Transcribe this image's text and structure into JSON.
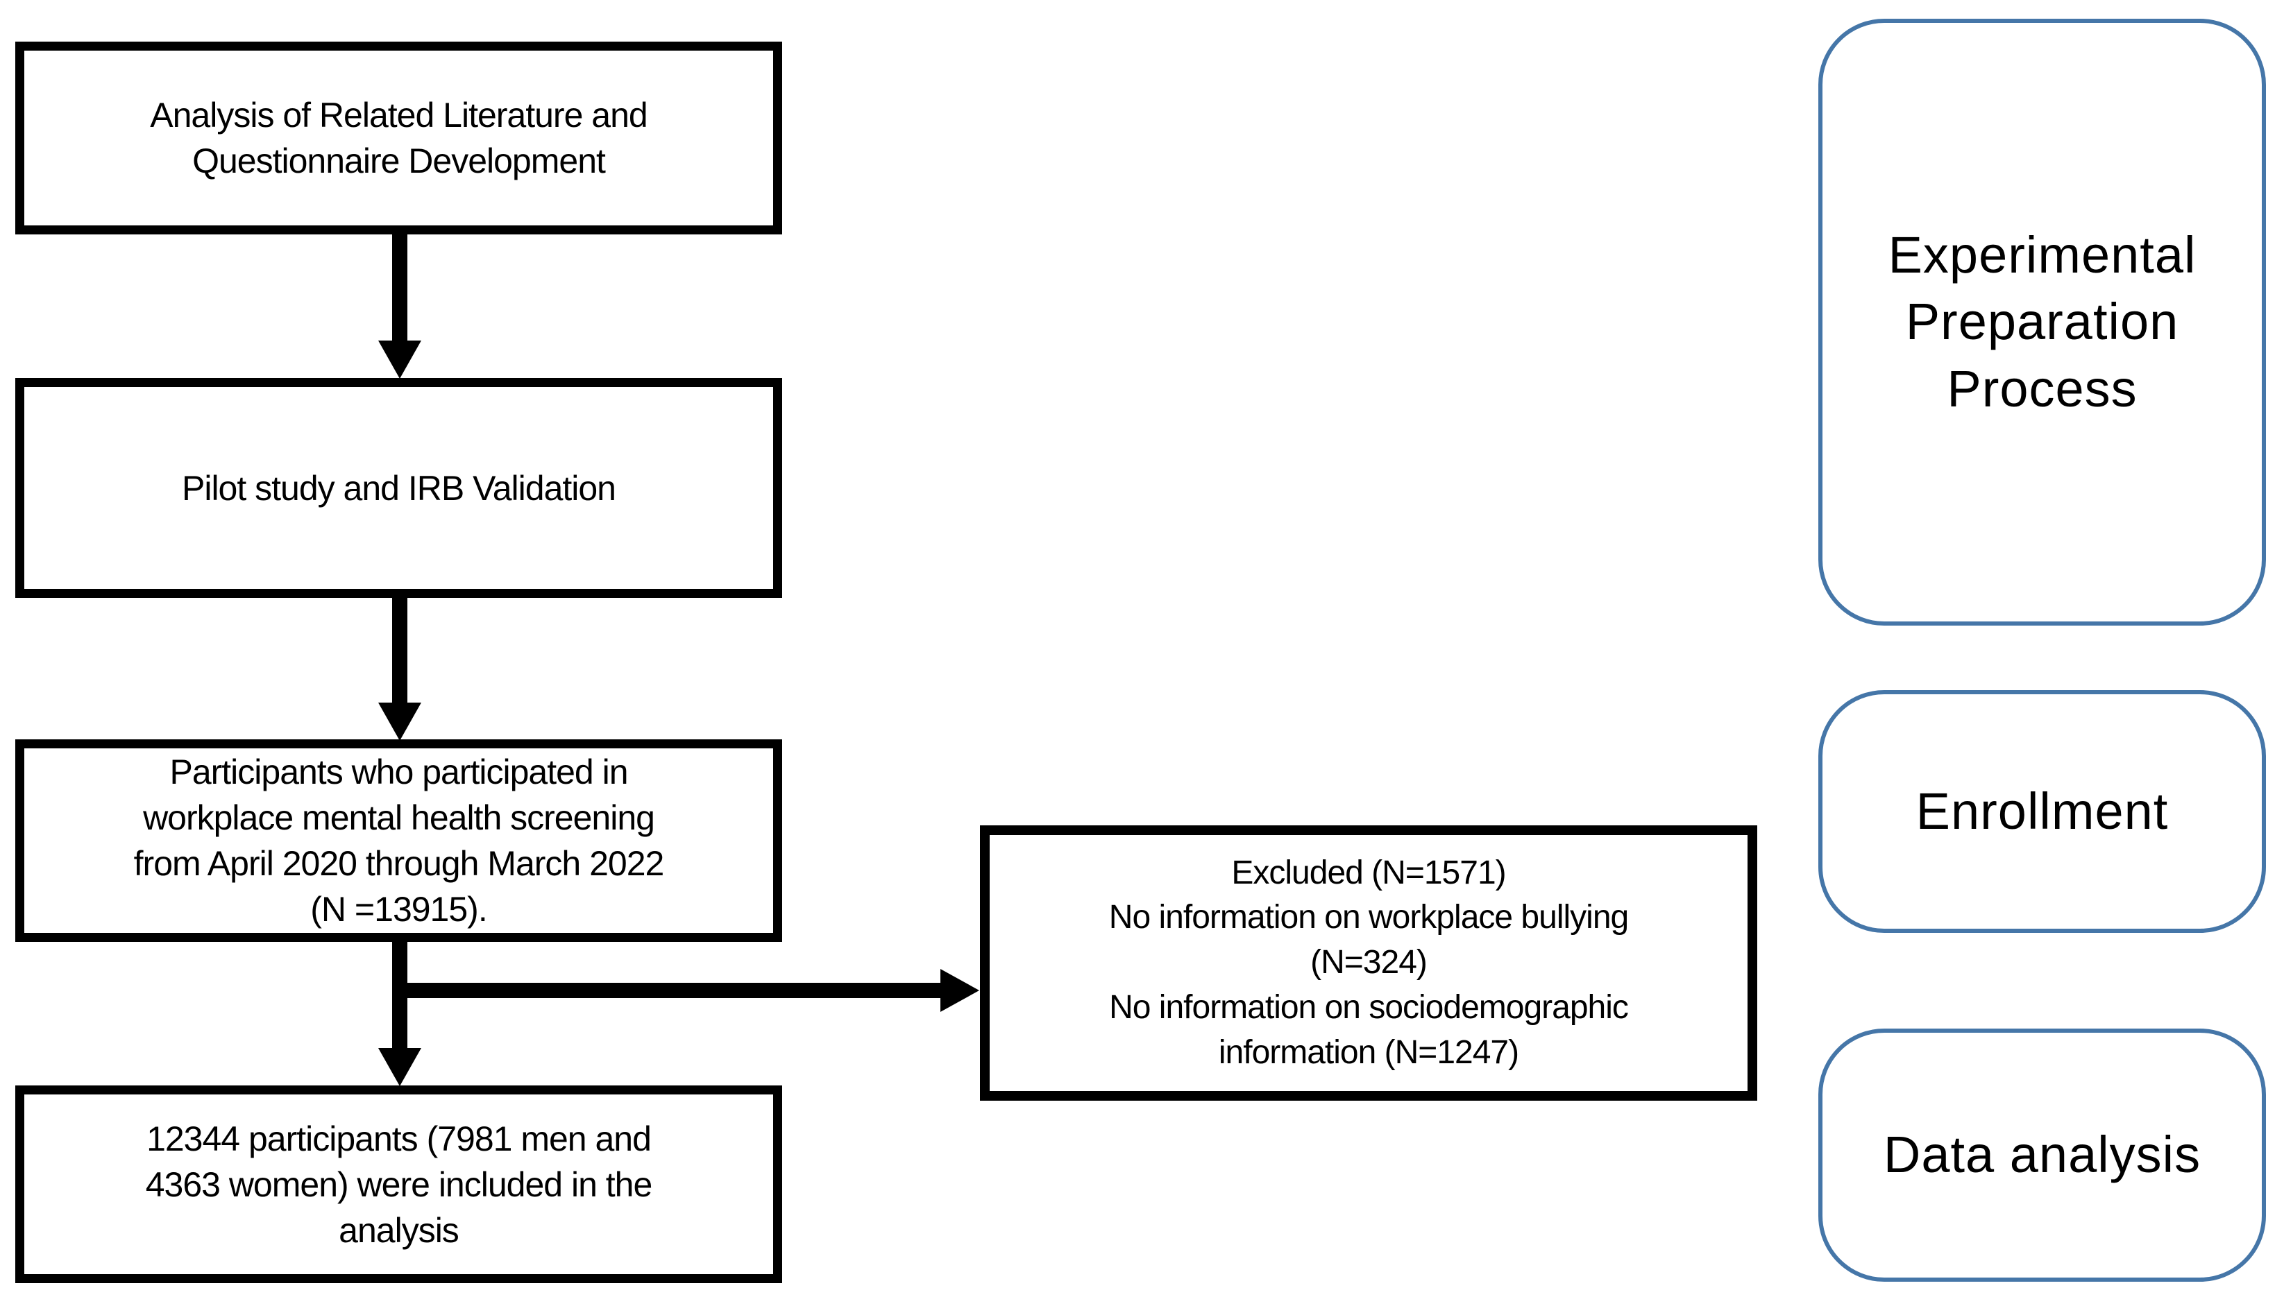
{
  "diagram": {
    "type": "flowchart",
    "colors": {
      "process_box_border": "#000000",
      "stage_box_border": "#4576a8",
      "arrow": "#000000",
      "background": "#ffffff",
      "text": "#000000"
    },
    "process_boxes": [
      {
        "id": "literature-analysis",
        "lines": [
          "Analysis of Related Literature and",
          "Questionnaire Development"
        ]
      },
      {
        "id": "pilot-irb",
        "lines": [
          "Pilot study and IRB Validation"
        ]
      },
      {
        "id": "screening-participants",
        "lines": [
          "Participants who participated in",
          "workplace mental health screening",
          "from April 2020 through March 2022",
          "(N =13915)."
        ]
      },
      {
        "id": "included-participants",
        "lines": [
          "12344 participants (7981 men and",
          "4363 women) were included in the",
          "analysis"
        ]
      }
    ],
    "excluded_box": {
      "lines": [
        "Excluded (N=1571)",
        "No information on workplace bullying",
        "(N=324)",
        "No information on sociodemographic",
        "information (N=1247)"
      ]
    },
    "stage_boxes": [
      {
        "id": "experimental-preparation",
        "lines": [
          "Experimental",
          "Preparation",
          "Process"
        ]
      },
      {
        "id": "enrollment",
        "lines": [
          "Enrollment"
        ]
      },
      {
        "id": "data-analysis",
        "lines": [
          "Data analysis"
        ]
      }
    ]
  }
}
